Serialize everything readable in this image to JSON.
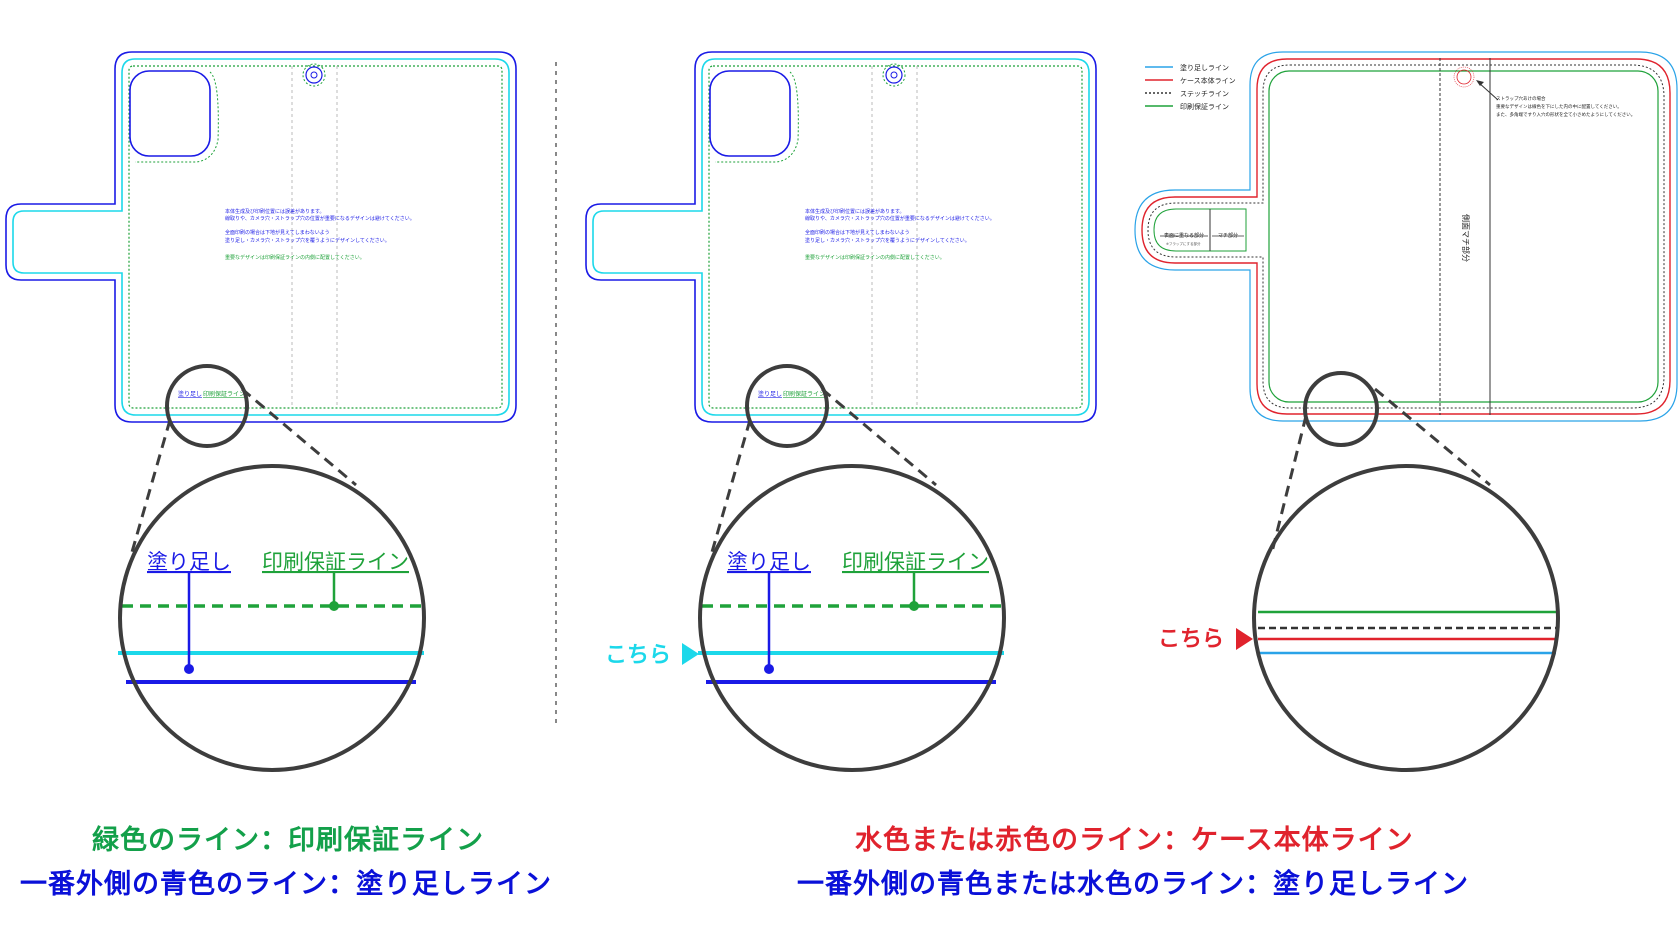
{
  "colors": {
    "bleed_blue": "#1a1ae6",
    "cyan": "#1cd8ea",
    "green_line": "#1fa23a",
    "red": "#e0232d",
    "light_blue": "#2aa3e8",
    "circle": "#3d3d3d"
  },
  "panel1": {
    "notes": [
      "本体生成及び印刷位置には誤差があります。",
      "線取りや、カメラ穴・ストラップ穴の位置が重要になるデザインは避けてください。",
      "全面印刷の場合は下地が見えてしまわないよう",
      "塗り足し・カメラ穴・ストラップ穴を覆うようにデザインしてください。",
      "重要なデザインは印刷保証ラインの内側に配置してください。"
    ],
    "mini_label_bleed": "塗り足し",
    "mini_label_print": "印刷保証ライン",
    "zoom_label_bleed": "塗り足し",
    "zoom_label_print": "印刷保証ライン"
  },
  "panel2": {
    "notes": [
      "本体生成及び印刷位置には誤差があります。",
      "線取りや、カメラ穴・ストラップ穴の位置が重要になるデザインは避けてください。",
      "全面印刷の場合は下地が見えてしまわないよう",
      "塗り足し・カメラ穴・ストラップ穴を覆うようにデザインしてください。",
      "重要なデザインは印刷保証ラインの内側に配置してください。"
    ],
    "mini_label_bleed": "塗り足し",
    "mini_label_print": "印刷保証ライン",
    "zoom_label_bleed": "塗り足し",
    "zoom_label_print": "印刷保証ライン",
    "pointer": "こちら"
  },
  "panel3": {
    "legend": [
      {
        "label": "塗り足しライン",
        "color": "#2aa3e8",
        "style": "solid"
      },
      {
        "label": "ケース本体ライン",
        "color": "#e0232d",
        "style": "solid"
      },
      {
        "label": "ステッチライン",
        "color": "#333333",
        "style": "dotted"
      },
      {
        "label": "印刷保証ライン",
        "color": "#1fa23a",
        "style": "solid"
      }
    ],
    "strap_note": [
      "ストラップ穴あけの場合",
      "重要なデザインは線色を下にした内の中に配置してください。",
      "また、多角端ですり入穴の形状を全て小さめたようにしてください。"
    ],
    "side_label": "側面マチ部分",
    "flap_label1": "表面に重なる部分",
    "flap_label2": "マチ部分",
    "flap_note": "※フラップにする部分",
    "pointer": "こちら"
  },
  "captions": {
    "left_line1": "緑色のライン：印刷保証ライン",
    "left_line2": "一番外側の青色のライン：塗り足しライン",
    "right_line1": "水色または赤色のライン：ケース本体ライン",
    "right_line2": "一番外側の青色または水色のライン：塗り足しライン"
  }
}
